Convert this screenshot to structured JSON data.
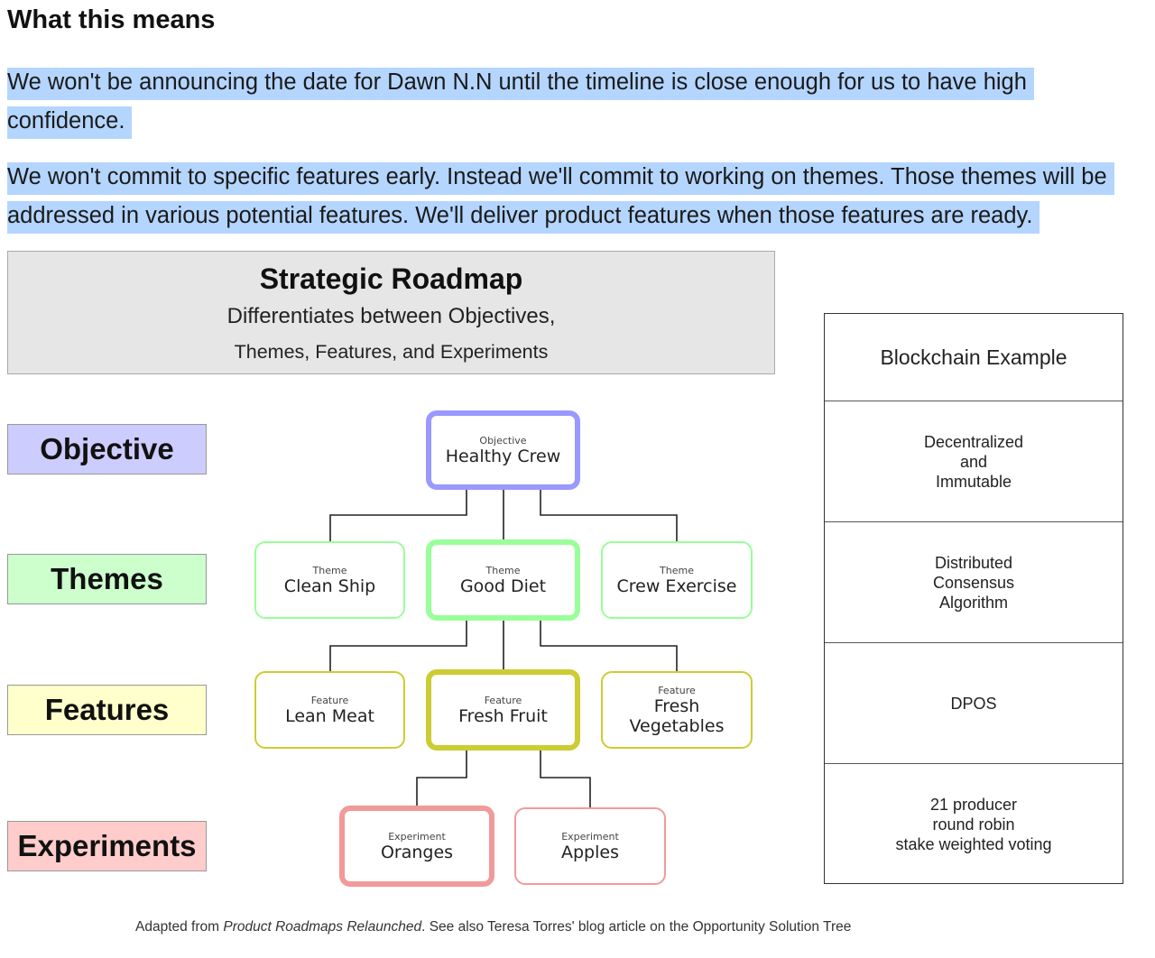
{
  "heading": "What this means",
  "paragraphs": [
    "We won't be announcing the date for Dawn N.N until the timeline is close enough for us to have high confidence.",
    "We won't commit to specific features early. Instead we'll commit to working on themes. Those themes will be addressed in various potential features. We'll deliver product features when those features are ready."
  ],
  "diagram": {
    "title": "Strategic Roadmap",
    "subtitle_line1": "Differentiates between Objectives,",
    "subtitle_line2": "Themes, Features, and Experiments",
    "levels": {
      "objective": "Objective",
      "themes": "Themes",
      "features": "Features",
      "experiments": "Experiments"
    },
    "level_colors": {
      "objective": "#ccccff",
      "themes": "#ccffcc",
      "features": "#ffffcc",
      "experiments": "#ffcccc"
    },
    "nodes": {
      "objective": {
        "kind": "Objective",
        "name": "Healthy Crew"
      },
      "theme_clean_ship": {
        "kind": "Theme",
        "name": "Clean Ship"
      },
      "theme_good_diet": {
        "kind": "Theme",
        "name": "Good Diet"
      },
      "theme_crew_exercise": {
        "kind": "Theme",
        "name": "Crew Exercise"
      },
      "feature_lean_meat": {
        "kind": "Feature",
        "name": "Lean Meat"
      },
      "feature_fresh_fruit": {
        "kind": "Feature",
        "name": "Fresh Fruit"
      },
      "feature_fresh_vegetables": {
        "kind": "Feature",
        "name": "Fresh\nVegetables"
      },
      "experiment_oranges": {
        "kind": "Experiment",
        "name": "Oranges"
      },
      "experiment_apples": {
        "kind": "Experiment",
        "name": "Apples"
      }
    }
  },
  "blockchain_example": {
    "title": "Blockchain Example",
    "rows": [
      "Decentralized\nand\nImmutable",
      "Distributed\nConsensus\nAlgorithm",
      "DPOS",
      "21 producer\nround robin\nstake weighted voting"
    ]
  },
  "caption": {
    "prefix": "Adapted from ",
    "book": "Product Roadmaps Relaunched",
    "suffix": ". See also Teresa Torres' blog article on the Opportunity Solution Tree"
  }
}
